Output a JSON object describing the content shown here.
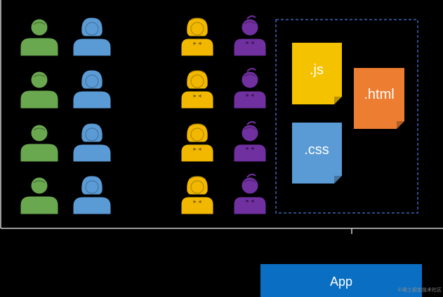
{
  "colors": {
    "background": "#000000",
    "frame_line": "#d0d0d0",
    "dashed_border": "#3c64b4",
    "connector": "#d0d0d0",
    "group_green": "#6aa84f",
    "group_blue": "#5b9bd5",
    "group_yellow": "#f2b800",
    "group_purple": "#7030a0",
    "js_file": "#f5c200",
    "html_file": "#ed7d31",
    "css_file": "#5b9bd5",
    "app_box": "#0a6fc2"
  },
  "people_groups": [
    {
      "id": "green",
      "icon": "person-male-icon",
      "color": "#6aa84f",
      "count": 4
    },
    {
      "id": "blue",
      "icon": "person-female-icon",
      "color": "#5b9bd5",
      "count": 4
    },
    {
      "id": "yellow",
      "icon": "person-female-bow-icon",
      "color": "#f2b800",
      "count": 4
    },
    {
      "id": "purple",
      "icon": "person-male-bowtie-icon",
      "color": "#7030a0",
      "count": 4
    }
  ],
  "files": {
    "js": {
      "label": ".js",
      "color": "#f5c200"
    },
    "html": {
      "label": ".html",
      "color": "#ed7d31"
    },
    "css": {
      "label": ".css",
      "color": "#5b9bd5"
    }
  },
  "app": {
    "label": "App"
  },
  "watermark": {
    "text": "©稀土掘金技术社区"
  }
}
